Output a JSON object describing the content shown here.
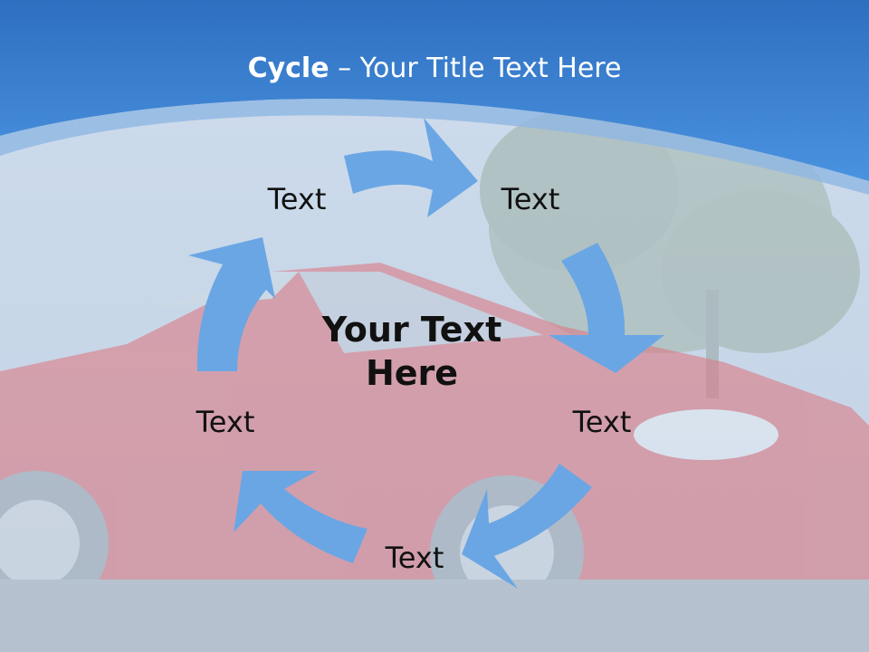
{
  "slide": {
    "title_bold": "Cycle",
    "title_rest": " – Your Title Text Here",
    "center_line1": "Your Text",
    "center_line2": "Here"
  },
  "nodes": [
    {
      "label": "Text"
    },
    {
      "label": "Text"
    },
    {
      "label": "Text"
    },
    {
      "label": "Text"
    },
    {
      "label": "Text"
    }
  ],
  "colors": {
    "header_blue": "#3b86d8",
    "arrow_blue": "#6aa6e4",
    "car_red": "#d95a63"
  }
}
